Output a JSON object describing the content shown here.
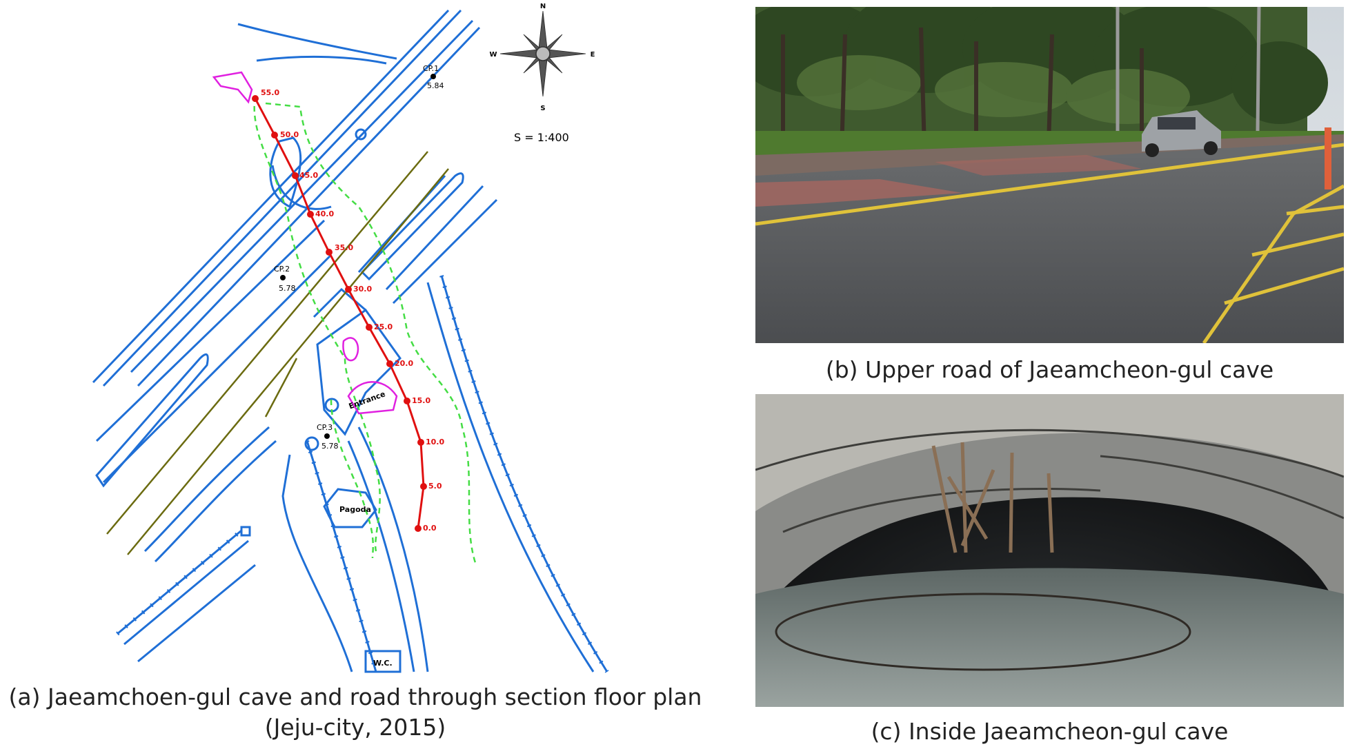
{
  "map": {
    "compass": {
      "n": "N",
      "s": "S",
      "e": "E",
      "w": "W"
    },
    "scale": "S = 1:400",
    "control_points": [
      {
        "label": "CP.1",
        "value": "5.84"
      },
      {
        "label": "CP.2",
        "value": "5.78"
      },
      {
        "label": "CP.3",
        "value": "5.78"
      }
    ],
    "survey_stations": [
      "55.0",
      "50.0",
      "45.0",
      "40.0",
      "35.0",
      "30.0",
      "25.0",
      "20.0",
      "15.0",
      "10.0",
      "5.0",
      "0.0"
    ],
    "places": {
      "entrance": "Entrance",
      "pagoda": "Pagoda",
      "wc": "W.C."
    },
    "colors": {
      "road": "#1f6fd6",
      "survey_line": "#e01010",
      "cave_outline": "#44dd44",
      "cave_chamber": "#e020e0",
      "section_lines": "#6b6b10"
    }
  },
  "captions": {
    "a_line1": "(a) Jaeamchoen-gul cave and road through section floor plan",
    "a_line2": "(Jeju-city, 2015)",
    "b": "(b) Upper road of Jaeamcheon-gul cave",
    "c": "(c) Inside Jaeamcheon-gul cave"
  }
}
